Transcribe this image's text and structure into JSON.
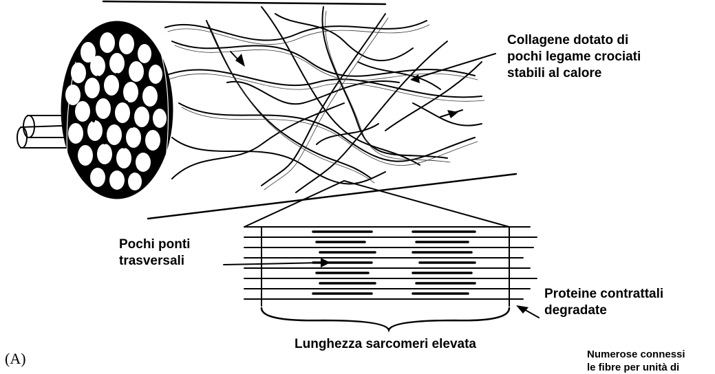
{
  "labels": {
    "collagen": [
      "Collagene dotato di",
      "pochi legame crociati",
      "stabili al calore"
    ],
    "cross_bridges": [
      "Pochi ponti",
      "trasversali"
    ],
    "proteins": [
      "Proteine contrattali",
      "degradate"
    ],
    "sarcomere": "Lunghezza sarcomeri elevata",
    "panel": "(A)",
    "right_cut": [
      "Numerose connessi",
      "le fibre per unità di"
    ]
  }
}
